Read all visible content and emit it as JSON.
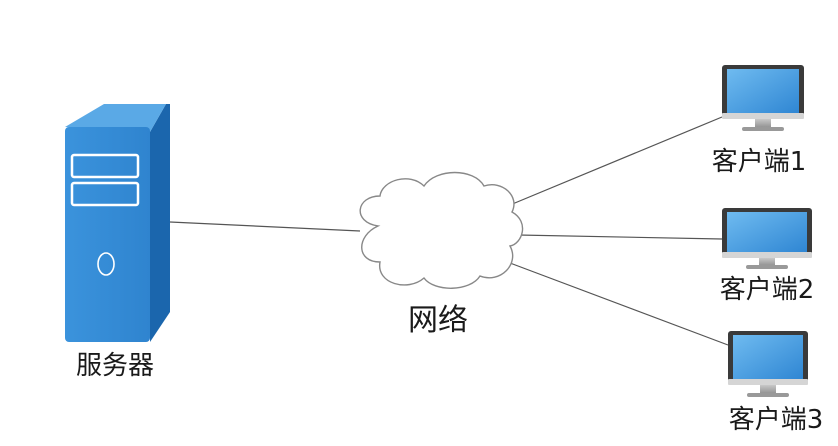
{
  "server": {
    "label": "服务器",
    "icon": "server-tower-icon"
  },
  "network": {
    "label": "网络",
    "icon": "cloud-icon"
  },
  "clients": [
    {
      "label": "客户端1",
      "icon": "monitor-icon"
    },
    {
      "label": "客户端2",
      "icon": "monitor-icon"
    },
    {
      "label": "客户端3",
      "icon": "monitor-icon"
    }
  ],
  "colors": {
    "server_front": "#3a8fd8",
    "server_side": "#1e6db6",
    "screen": "#4aa3e8",
    "bezel": "#3a3a3a",
    "stand": "#a8a8a8",
    "link": "#555555"
  }
}
